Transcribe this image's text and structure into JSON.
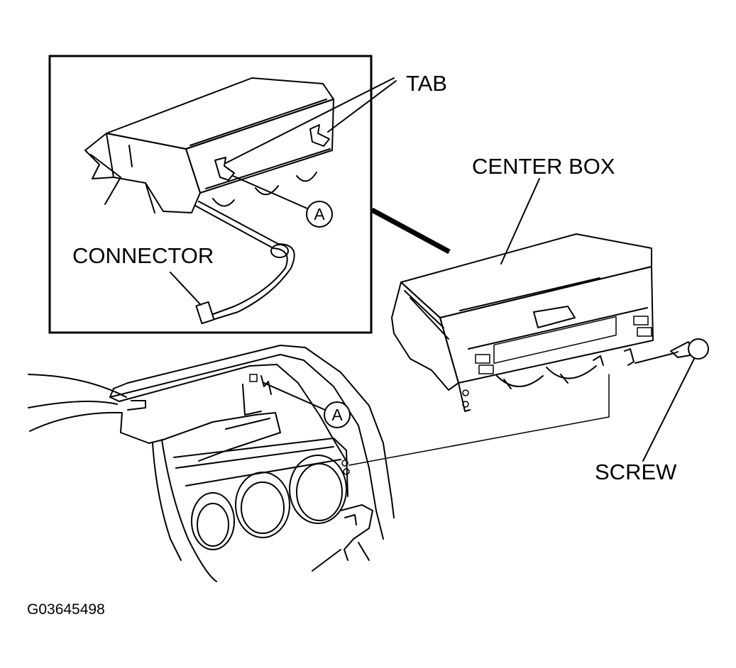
{
  "labels": {
    "tab": "TAB",
    "center_box": "CENTER BOX",
    "connector": "CONNECTOR",
    "screw": "SCREW",
    "callout_a_inset": "A",
    "callout_a_dash": "A",
    "figure_id": "G03645498"
  }
}
